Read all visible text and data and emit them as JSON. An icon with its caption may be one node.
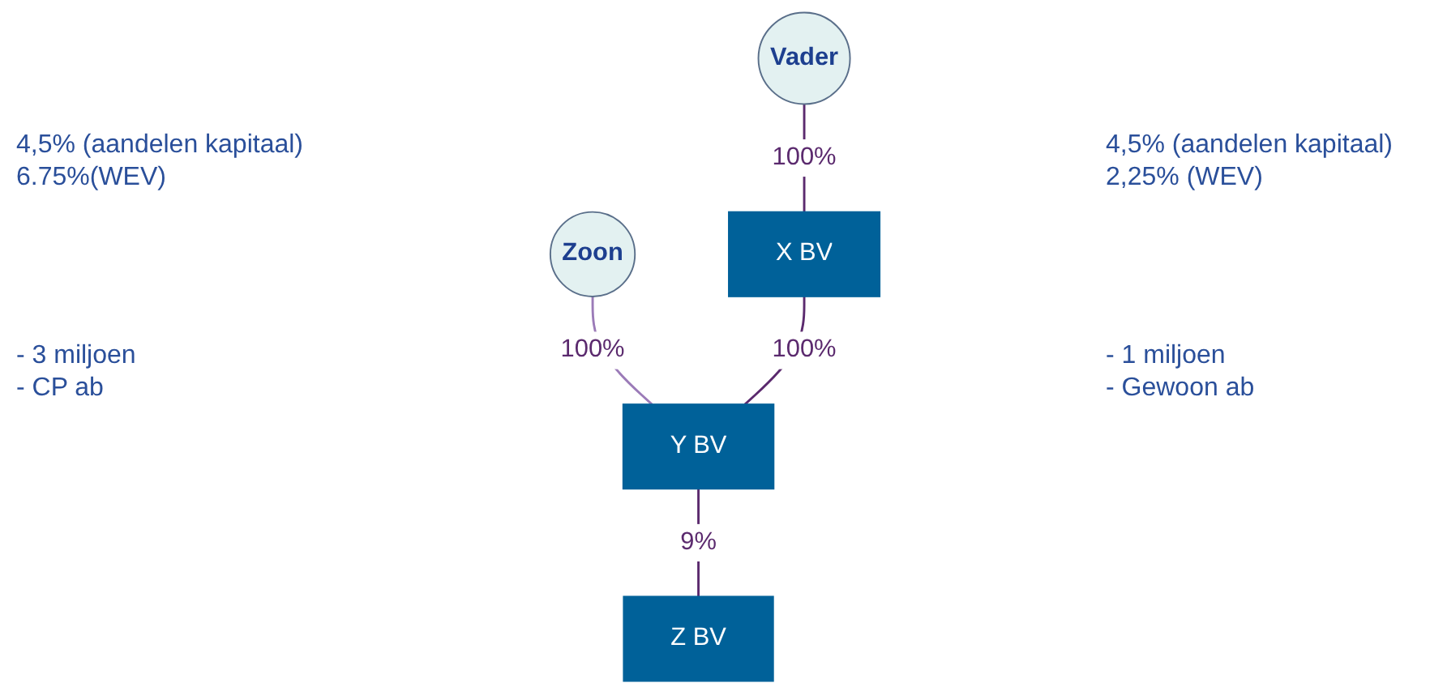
{
  "diagram": {
    "nodes": [
      {
        "text": [
          "Vader"
        ]
      },
      {
        "text": [
          "Zoon"
        ]
      },
      {
        "text": [
          "X BV"
        ]
      },
      {
        "text": [
          "Y BV"
        ]
      },
      {
        "text": [
          "Z BV"
        ]
      }
    ],
    "edges": [
      {
        "from": 0,
        "to": 2,
        "arrow": "none",
        "label": "100%"
      },
      {
        "from": 1,
        "to": 3,
        "arrow": "none",
        "label": "100%",
        "color": "#9b7bb8"
      },
      {
        "from": 2,
        "to": 3,
        "arrow": "none",
        "label": "100%"
      },
      {
        "from": 3,
        "to": 4,
        "arrow": "none",
        "label": "9%"
      }
    ],
    "labels": [
      "4,5% (aandelen kapitaal)",
      "6.75%(WEV)",
      "4,5% (aandelen kapitaal)",
      "2,25% (WEV)",
      "- 1 miljoen",
      "- Gewoon ab",
      "- 3 miljoen",
      "- CP ab"
    ]
  }
}
